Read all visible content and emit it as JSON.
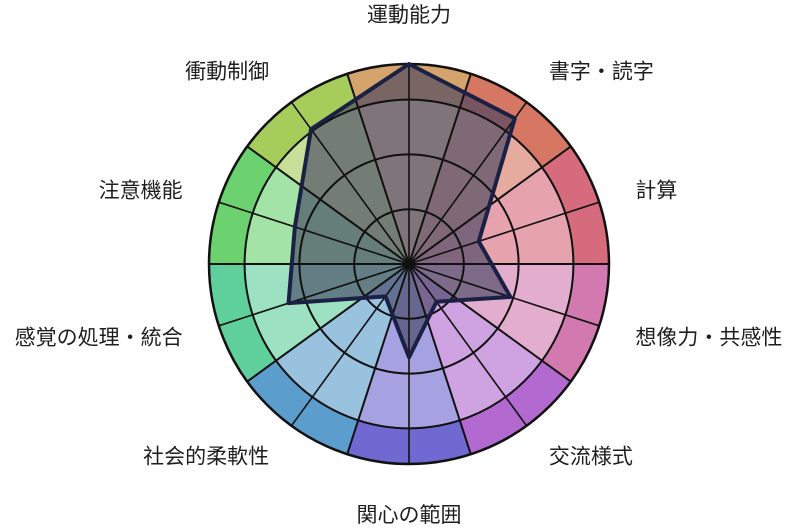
{
  "chart_data": {
    "type": "radar",
    "title": "",
    "rings": 3,
    "axes": [
      {
        "label": "運動能力",
        "value": 3.0,
        "color": "#d5a46c"
      },
      {
        "label": "書字・読字",
        "value": 2.7,
        "color": "#d67764"
      },
      {
        "label": "計算",
        "value": 1.1,
        "color": "#d66b7d"
      },
      {
        "label": "想像力・共感性",
        "value": 1.6,
        "color": "#d27ab0"
      },
      {
        "label": "交流様式",
        "value": 0.7,
        "color": "#b26ad1"
      },
      {
        "label": "関心の範囲",
        "value": 1.4,
        "color": "#6f69d1"
      },
      {
        "label": "社会的柔軟性",
        "value": 0.6,
        "color": "#5b9dcc"
      },
      {
        "label": "感覚の処理・統合",
        "value": 1.9,
        "color": "#5fcf9b"
      },
      {
        "label": "注意機能",
        "value": 1.8,
        "color": "#6cd26f"
      },
      {
        "label": "衝動制御",
        "value": 2.5,
        "color": "#a6cc5a"
      }
    ],
    "polygon_stroke": "#1b2145",
    "polygon_fill": "#404060"
  }
}
